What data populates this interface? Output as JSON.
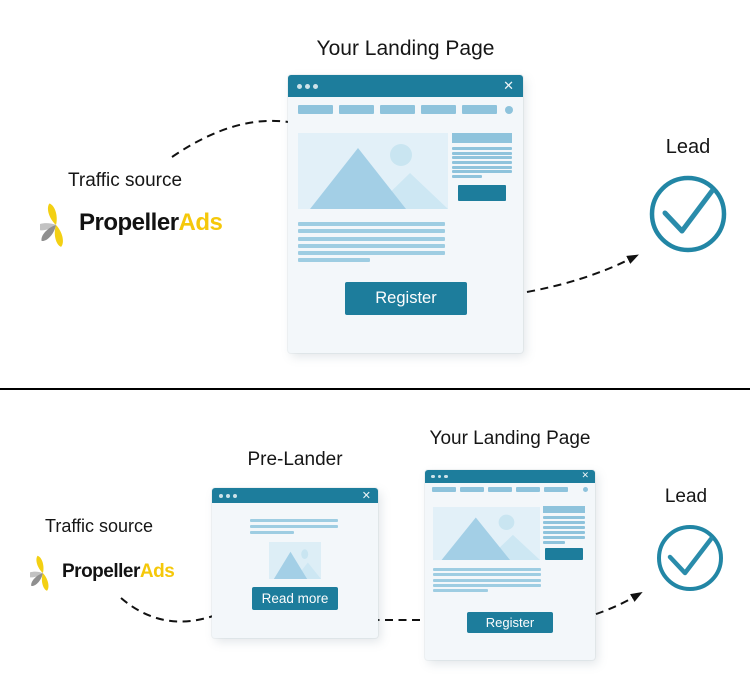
{
  "colors": {
    "teal": "#1d7d9c",
    "light_blue": "#8ec3dc",
    "pale_blue_line": "#9ecde2",
    "image_bg": "#e2f0f8",
    "mountain_blue": "#a3cfe6",
    "mountain_pale": "#cde7f3",
    "sun_blue": "#c9e5f1",
    "window_bg": "#f3f7fa",
    "brand_yellow": "#f5c80a",
    "arrow_black": "#111111"
  },
  "icons": {
    "close": "✕",
    "window_dots": "three-dots",
    "lead_check": "checkmark-circle",
    "brand_mark": "propeller"
  },
  "top_flow": {
    "traffic_label": "Traffic source",
    "brand_black": "Propeller",
    "brand_yellow": "Ads",
    "landing_title": "Your Landing Page",
    "register_label": "Register",
    "lead_label": "Lead"
  },
  "bottom_flow": {
    "traffic_label": "Traffic source",
    "brand_black": "Propeller",
    "brand_yellow": "Ads",
    "prelander_title": "Pre-Lander",
    "landing_title": "Your Landing Page",
    "read_more_label": "Read more",
    "register_label": "Register",
    "lead_label": "Lead"
  }
}
